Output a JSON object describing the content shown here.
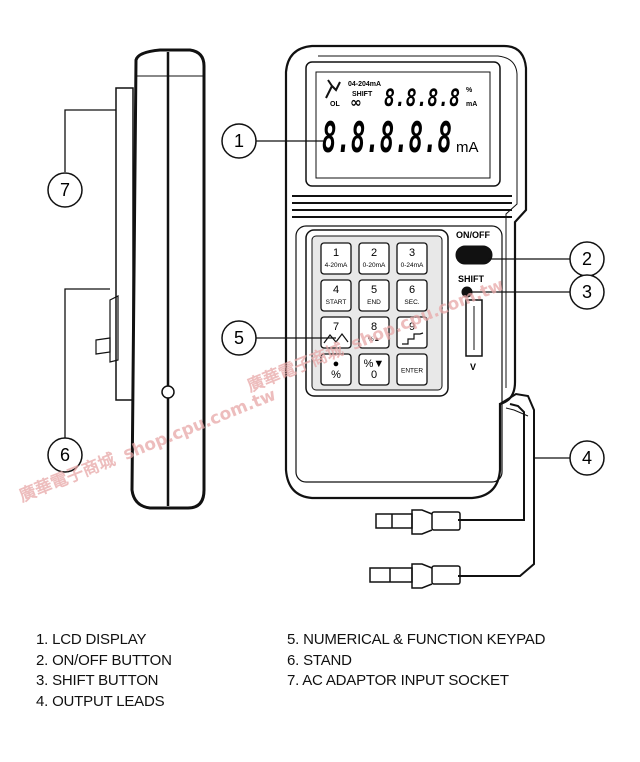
{
  "lcd": {
    "range_label": "04-204mA",
    "shift_label": "SHIFT",
    "ol_label": "OL",
    "upper_digits": "8.8.8.8",
    "upper_unit_pct": "%",
    "upper_unit_ma": "mA",
    "main_digits": "8.8.8.8.8",
    "main_unit": "mA"
  },
  "keys": [
    {
      "main": "1",
      "sub": "4-20mA"
    },
    {
      "main": "2",
      "sub": "0-20mA"
    },
    {
      "main": "3",
      "sub": "0-24mA"
    },
    {
      "main": "4",
      "sub": "START"
    },
    {
      "main": "5",
      "sub": "END"
    },
    {
      "main": "6",
      "sub": "SEC."
    },
    {
      "main": "7",
      "sub": ""
    },
    {
      "main": "8",
      "sub": "%▲"
    },
    {
      "main": "9",
      "sub": ""
    },
    {
      "main": "●",
      "sub": "%"
    },
    {
      "main": "%▼",
      "sub": "0"
    },
    {
      "main": "ENTER",
      "sub": ""
    }
  ],
  "panel": {
    "onoff_label": "ON/OFF",
    "shift_label": "SHIFT",
    "v_label": "V"
  },
  "callouts": [
    "1",
    "2",
    "3",
    "4",
    "5",
    "6",
    "7"
  ],
  "watermark": {
    "text_cn": "廣華電子商城",
    "text_url": "shop.cpu.com.tw"
  },
  "legend": {
    "left": [
      "1. LCD DISPLAY",
      "2. ON/OFF BUTTON",
      "3. SHIFT BUTTON",
      "4. OUTPUT LEADS"
    ],
    "right": [
      "5. NUMERICAL & FUNCTION KEYPAD",
      "6. STAND",
      "7. AC ADAPTOR INPUT SOCKET"
    ]
  }
}
